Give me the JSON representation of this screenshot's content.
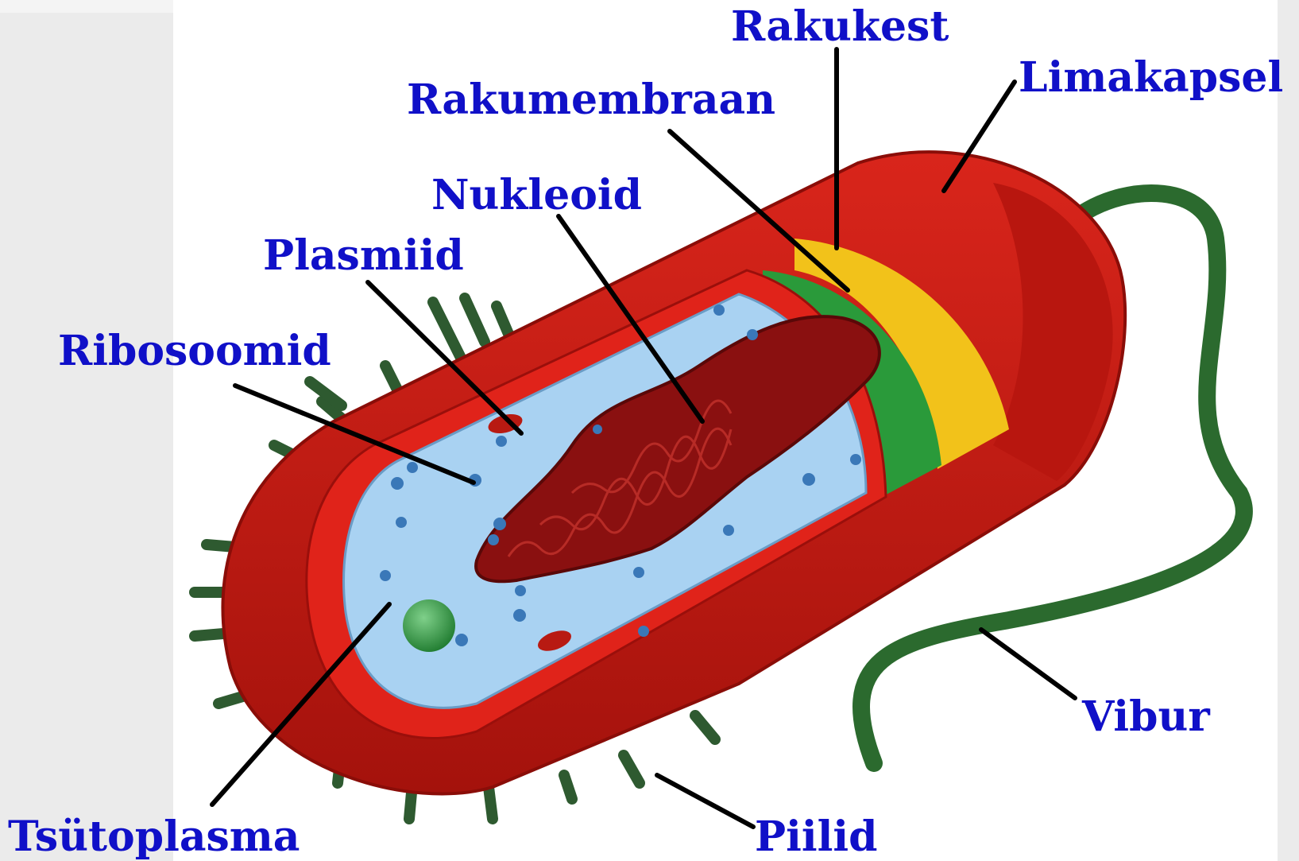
{
  "labels": {
    "rakukest": "Rakukest",
    "limakapsel": "Limakapsel",
    "rakumembraan": "Rakumembraan",
    "nukleoid": "Nukleoid",
    "plasmiid": "Plasmiid",
    "ribosoomid": "Ribosoomid",
    "tsutoplasma": "Tsütoplasma",
    "piilid": "Piilid",
    "vibur": "Vibur"
  },
  "colors": {
    "label_text": "#1010c8",
    "capsule": "#cc1a12",
    "capsule_dark": "#9a0f0b",
    "cell_wall": "#f2c21a",
    "membrane": "#2a9a3a",
    "cytoplasm": "#a9d2f2",
    "nucleoid": "#8a1010",
    "pili": "#2e5a30",
    "flagellum": "#2b6a2e",
    "leader_line": "#000000"
  }
}
